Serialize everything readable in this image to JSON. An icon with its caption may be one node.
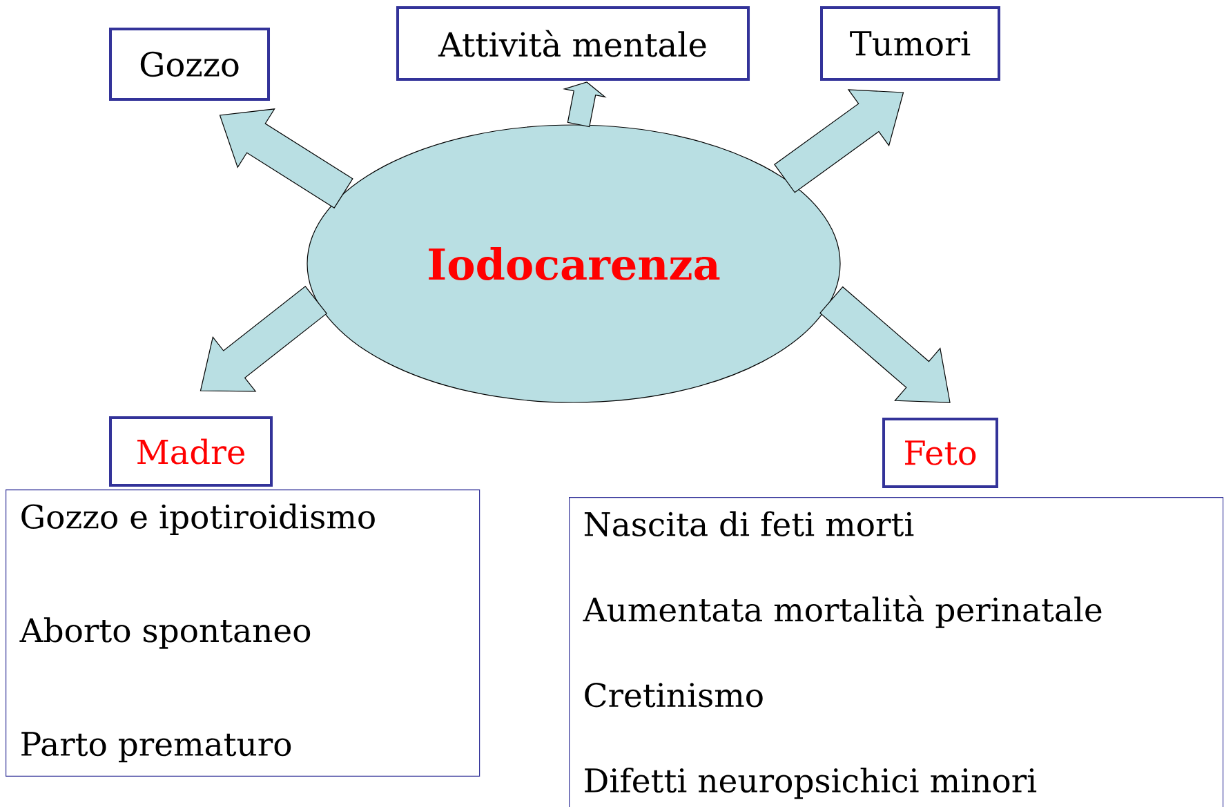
{
  "diagram": {
    "nodes": [
      {
        "text": [
          "Iodocarenza"
        ]
      },
      {
        "text": [
          "Gozzo"
        ]
      },
      {
        "text": [
          "Attività mentale"
        ]
      },
      {
        "text": [
          "Tumori"
        ]
      },
      {
        "text": [
          "Madre"
        ]
      },
      {
        "text": [
          "Feto"
        ]
      },
      {
        "text": [
          "Gozzo e ipotiroidismo",
          "Aborto spontaneo",
          "Parto prematuro"
        ]
      },
      {
        "text": [
          "Nascita di feti morti",
          "Aumentata mortalità perinatale",
          "Cretinismo",
          "Difetti neuropsichici minori"
        ]
      }
    ],
    "edges": [
      {
        "from": 0,
        "to": 1,
        "arrow": "to"
      },
      {
        "from": 0,
        "to": 2,
        "arrow": "to"
      },
      {
        "from": 0,
        "to": 3,
        "arrow": "to"
      },
      {
        "from": 0,
        "to": 4,
        "arrow": "to"
      },
      {
        "from": 0,
        "to": 5,
        "arrow": "to"
      }
    ]
  }
}
